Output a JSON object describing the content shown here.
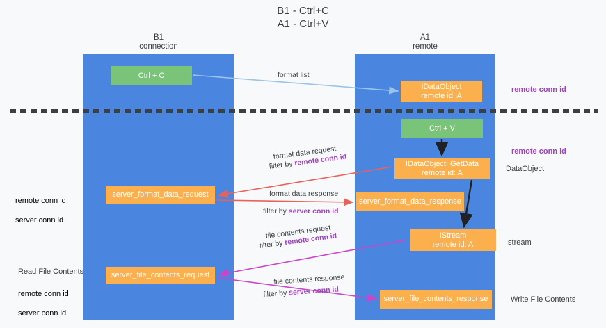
{
  "title": "B1 - Ctrl+C\nA1 - Ctrl+V",
  "columns": {
    "left": {
      "name": "B1",
      "role": "connection",
      "header": "B1\nconnection"
    },
    "right": {
      "name": "A1",
      "role": "remote",
      "header": "A1\nremote"
    }
  },
  "colors": {
    "lane": "#4a86e0",
    "node_orange": "#fbb04d",
    "node_green": "#7ac479",
    "divider": "#3c4043",
    "arrow_blue": "#9cc3ea",
    "arrow_red": "#e8625a",
    "arrow_magenta": "#cc44cc",
    "arrow_black": "#202124",
    "text_purple": "#a142c4",
    "text_green": "#5aa85a",
    "background": "#f8f9fa"
  },
  "nodes": {
    "ctrl_c": "Ctrl + C",
    "idataobject": "IDataObject\nremote id: A",
    "ctrl_v": "Ctrl + V",
    "getdata": "IDataObject::GetData\nremote id: A",
    "format_data_response": "server_format_data_response",
    "istream": "IStream\nremote id: A",
    "format_data_request": "server_format_data_request",
    "file_contents_request": "server_file_contents_request",
    "file_contents_response": "server_file_contents_response"
  },
  "annotations": {
    "remote_conn_id_top": "remote conn id",
    "remote_conn_id_mid": "remote conn id",
    "dataobject": "DataObject",
    "istream": "Istream",
    "write_file_contents": "Write File Contents",
    "read_file_contents": "Read File Contents",
    "left_ids": "remote conn id\nserver conn id",
    "left_ids_2": "remote conn id\nserver conn id"
  },
  "edge_labels": {
    "format_list": "format list",
    "format_data_request": "format data request",
    "format_data_request_filter_prefix": "filter by ",
    "format_data_request_filter_key": "remote conn id",
    "format_data_response": "format data response",
    "format_data_response_filter_prefix": "filter by ",
    "format_data_response_filter_key": "server conn id",
    "file_contents_request": "file contents request",
    "file_contents_request_filter_prefix": "filter by ",
    "file_contents_request_filter_key": "remote conn id",
    "file_contents_response": "file contents response",
    "file_contents_response_filter_prefix": "filter by ",
    "file_contents_response_filter_key": "server conn id"
  }
}
